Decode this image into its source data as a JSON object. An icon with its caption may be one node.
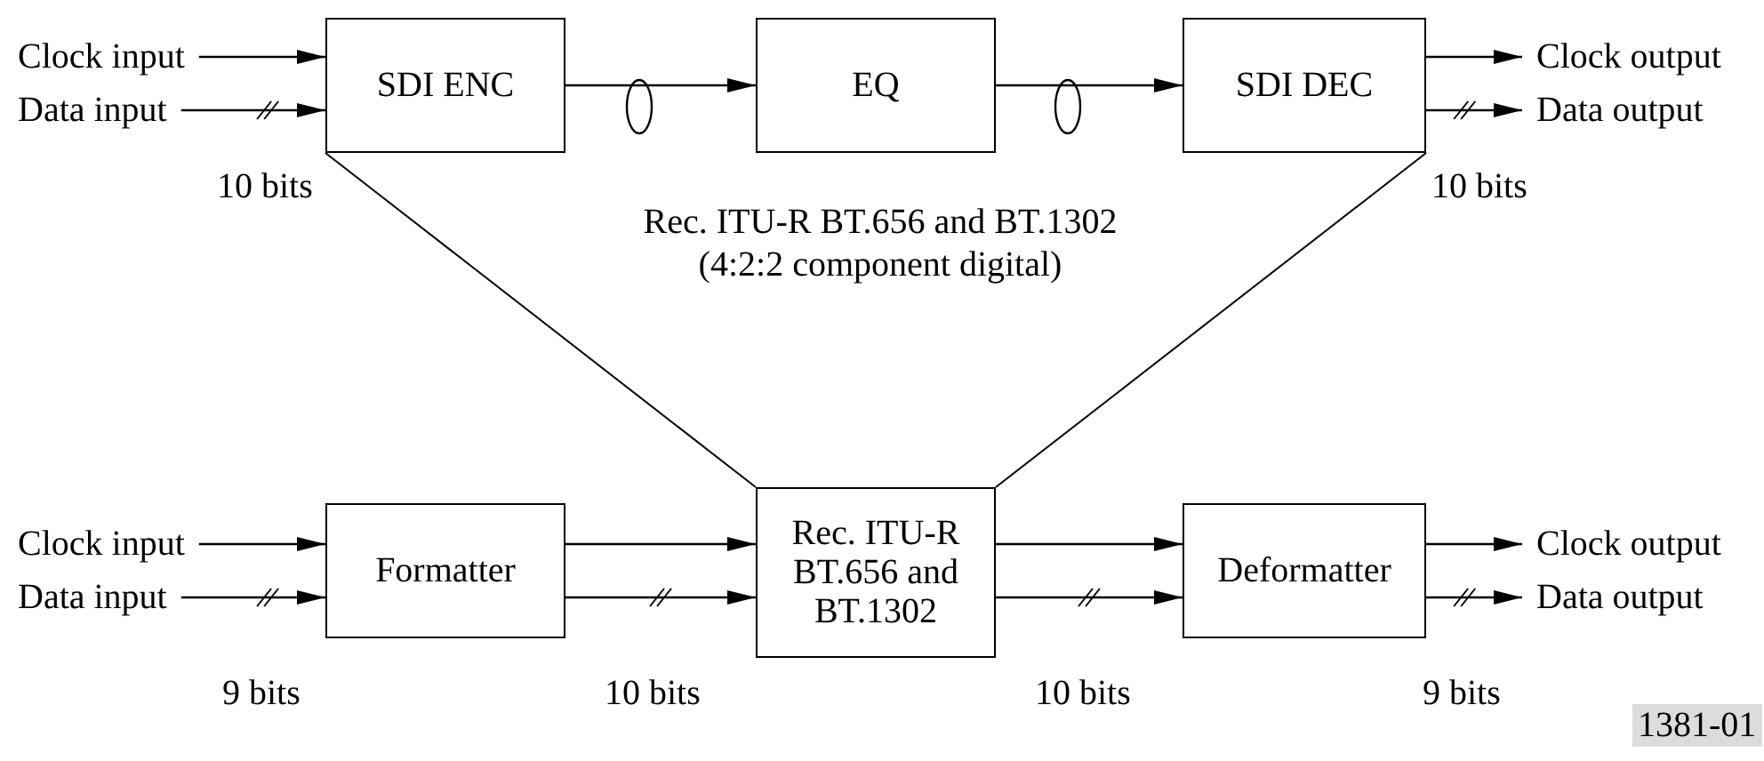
{
  "diagram": {
    "nodes": [
      {
        "text": [
          "Clock input"
        ]
      },
      {
        "text": [
          "Data input"
        ]
      },
      {
        "text": [
          "SDI ENC"
        ]
      },
      {
        "text": [
          "EQ"
        ]
      },
      {
        "text": [
          "SDI DEC"
        ]
      },
      {
        "text": [
          "Clock output"
        ]
      },
      {
        "text": [
          "Data output"
        ]
      },
      {
        "text": [
          "Clock input"
        ]
      },
      {
        "text": [
          "Data input"
        ]
      },
      {
        "text": [
          "Formatter"
        ]
      },
      {
        "text": [
          "Rec. ITU-R BT.656 and BT.1302"
        ]
      },
      {
        "text": [
          "Deformatter"
        ]
      },
      {
        "text": [
          "Clock output"
        ]
      },
      {
        "text": [
          "Data output"
        ]
      }
    ],
    "edges": [
      {
        "from": 0,
        "to": 2,
        "arrow": "to"
      },
      {
        "from": 1,
        "to": 2,
        "arrow": "to"
      },
      {
        "from": 2,
        "to": 3,
        "arrow": "to"
      },
      {
        "from": 3,
        "to": 4,
        "arrow": "to"
      },
      {
        "from": 4,
        "to": 5,
        "arrow": "to"
      },
      {
        "from": 4,
        "to": 6,
        "arrow": "to"
      },
      {
        "from": 2,
        "to": 10,
        "arrow": "none"
      },
      {
        "from": 4,
        "to": 10,
        "arrow": "none"
      },
      {
        "from": 7,
        "to": 9,
        "arrow": "to"
      },
      {
        "from": 8,
        "to": 9,
        "arrow": "to"
      },
      {
        "from": 9,
        "to": 10,
        "arrow": "to"
      },
      {
        "from": 9,
        "to": 10,
        "arrow": "to"
      },
      {
        "from": 10,
        "to": 11,
        "arrow": "to"
      },
      {
        "from": 10,
        "to": 11,
        "arrow": "to"
      },
      {
        "from": 11,
        "to": 12,
        "arrow": "to"
      },
      {
        "from": 11,
        "to": 13,
        "arrow": "to"
      }
    ],
    "labels": [
      "10 bits",
      "Rec. ITU-R BT.656 and BT.1302 (4:2:2 component digital)",
      "10 bits",
      "9 bits",
      "10 bits",
      "10 bits",
      "9 bits",
      "1381-01"
    ]
  }
}
